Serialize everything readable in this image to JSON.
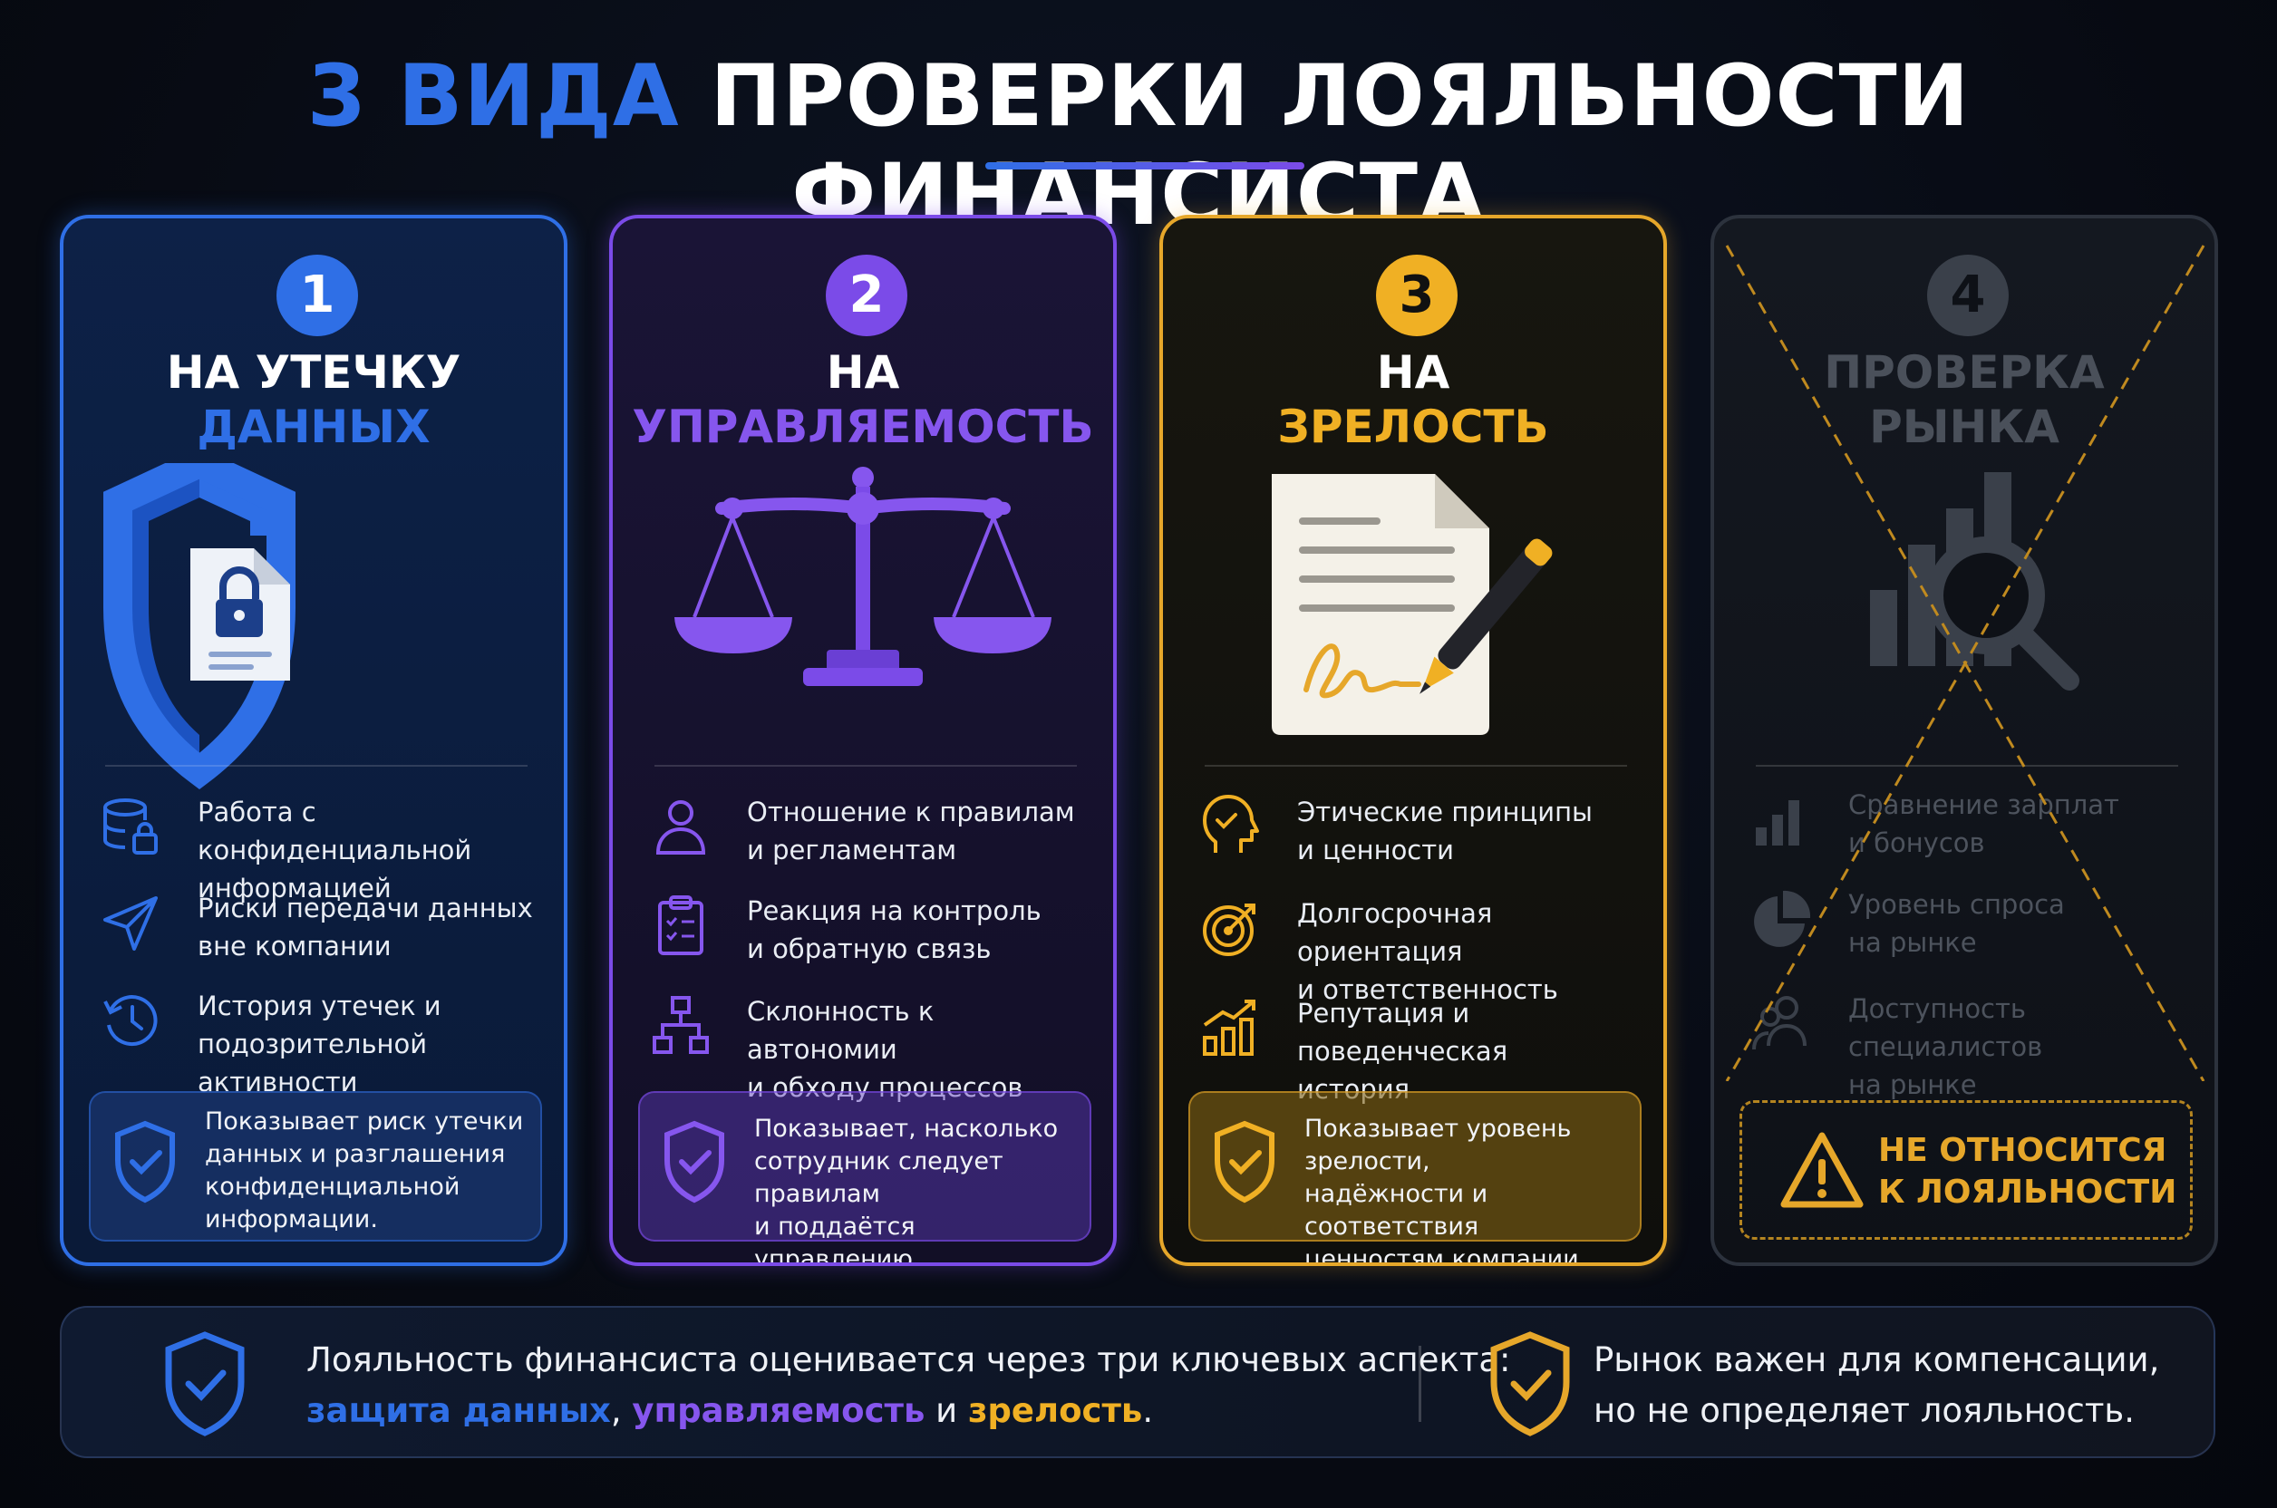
{
  "header": {
    "title_highlight": "3 ВИДА",
    "title_rest": " ПРОВЕРКИ ЛОЯЛЬНОСТИ ФИНАНСИСТА"
  },
  "colors": {
    "blue": "#2f6fe6",
    "purple": "#7b4be8",
    "gold": "#f0b024",
    "muted": "#3a404a"
  },
  "cards": [
    {
      "number": "1",
      "title_line1": "НА УТЕЧКУ",
      "title_line2": "ДАННЫХ",
      "illustration": "shield-document-lock-icon",
      "items": [
        {
          "icon": "database-lock-icon",
          "text": "Работа с конфиденциальной\nинформацией"
        },
        {
          "icon": "paper-plane-icon",
          "text": "Риски передачи данных\nвне компании"
        },
        {
          "icon": "history-clock-icon",
          "text": "История утечек и\nподозрительной активности"
        }
      ],
      "note": "Показывает риск утечки\nданных и разглашения\nконфиденциальной\nинформации."
    },
    {
      "number": "2",
      "title_line1": "НА",
      "title_line2": "УПРАВЛЯЕМОСТЬ",
      "illustration": "scales-icon",
      "items": [
        {
          "icon": "user-icon",
          "text": "Отношение к правилам\nи регламентам"
        },
        {
          "icon": "clipboard-checklist-icon",
          "text": "Реакция на контроль\nи обратную связь"
        },
        {
          "icon": "hierarchy-icon",
          "text": "Склонность к автономии\nи обходу процессов"
        }
      ],
      "note": "Показывает, насколько\nсотрудник следует правилам\nи поддаётся управлению."
    },
    {
      "number": "3",
      "title_line1": "НА",
      "title_line2": "ЗРЕЛОСТЬ",
      "illustration": "signed-document-pen-icon",
      "items": [
        {
          "icon": "head-check-icon",
          "text": "Этические принципы\nи ценности"
        },
        {
          "icon": "target-icon",
          "text": "Долгосрочная ориентация\nи ответственность"
        },
        {
          "icon": "growth-chart-icon",
          "text": "Репутация и поведенческая\nистория"
        }
      ],
      "note": "Показывает уровень зрелости,\nнадёжности и соответствия\nценностям компании."
    },
    {
      "number": "4",
      "title_line1": "ПРОВЕРКА",
      "title_line2": "РЫНКА",
      "illustration": "bar-chart-magnifier-icon",
      "items": [
        {
          "icon": "bar-chart-icon",
          "text": "Сравнение зарплат\nи бонусов"
        },
        {
          "icon": "pie-chart-icon",
          "text": "Уровень спроса\nна рынке"
        },
        {
          "icon": "users-icon",
          "text": "Доступность специалистов\nна рынке"
        }
      ],
      "warning": "НЕ ОТНОСИТСЯ\nК ЛОЯЛЬНОСТИ"
    }
  ],
  "footer": {
    "left_intro": "Лояльность финансиста оценивается через три ключевых аспекта:",
    "left_k1": "защита данных",
    "left_sep1": ", ",
    "left_k2": "управляемость",
    "left_sep2": " и ",
    "left_k3": "зрелость",
    "left_end": ".",
    "right": "Рынок важен для компенсации,\nно не определяет лояльность."
  }
}
